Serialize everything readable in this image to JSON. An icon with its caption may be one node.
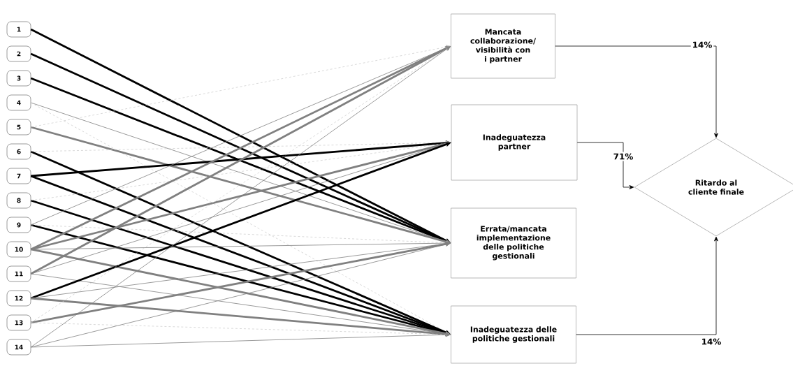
{
  "diagram": {
    "nodes": [
      {
        "text": [
          "1"
        ]
      },
      {
        "text": [
          "2"
        ]
      },
      {
        "text": [
          "3"
        ]
      },
      {
        "text": [
          "4"
        ]
      },
      {
        "text": [
          "5"
        ]
      },
      {
        "text": [
          "6"
        ]
      },
      {
        "text": [
          "7"
        ]
      },
      {
        "text": [
          "8"
        ]
      },
      {
        "text": [
          "9"
        ]
      },
      {
        "text": [
          "10"
        ]
      },
      {
        "text": [
          "11"
        ]
      },
      {
        "text": [
          "12"
        ]
      },
      {
        "text": [
          "13"
        ]
      },
      {
        "text": [
          "14"
        ]
      },
      {
        "text": [
          "Mancata collaborazione/ visibilità con i partner"
        ]
      },
      {
        "text": [
          "Inadeguatezza partner"
        ]
      },
      {
        "text": [
          "Errata/mancata implementazione delle politiche gestionali"
        ]
      },
      {
        "text": [
          "Inadeguatezza delle politiche gestionali"
        ]
      },
      {
        "text": [
          "Ritardo al cliente finale"
        ]
      }
    ],
    "edges": [
      {
        "from": 0,
        "to": 16,
        "arrow": "to",
        "style": "thick",
        "color": "#000000"
      },
      {
        "from": 1,
        "to": 16,
        "arrow": "to",
        "style": "thick",
        "color": "#000000"
      },
      {
        "from": 2,
        "to": 16,
        "arrow": "to",
        "style": "thick",
        "color": "#000000"
      },
      {
        "from": 3,
        "to": 16,
        "arrow": "to",
        "color": "#808080"
      },
      {
        "from": 3,
        "to": 17,
        "arrow": "to",
        "style": "dashed",
        "color": "#c8c8c8"
      },
      {
        "from": 4,
        "to": 16,
        "arrow": "to",
        "style": "thick",
        "color": "#808080"
      },
      {
        "from": 4,
        "to": 14,
        "arrow": "to",
        "style": "dashed",
        "color": "#c8c8c8"
      },
      {
        "from": 5,
        "to": 17,
        "arrow": "to",
        "style": "thick",
        "color": "#000000"
      },
      {
        "from": 5,
        "to": 15,
        "arrow": "to",
        "style": "dashed",
        "color": "#c8c8c8"
      },
      {
        "from": 6,
        "to": 15,
        "arrow": "to",
        "style": "thick",
        "color": "#000000"
      },
      {
        "from": 6,
        "to": 17,
        "arrow": "to",
        "style": "thick",
        "color": "#000000"
      },
      {
        "from": 7,
        "to": 17,
        "arrow": "to",
        "style": "thick",
        "color": "#000000"
      },
      {
        "from": 7,
        "to": 15,
        "arrow": "to",
        "style": "dashed",
        "color": "#c8c8c8"
      },
      {
        "from": 8,
        "to": 17,
        "arrow": "to",
        "style": "thick",
        "color": "#000000"
      },
      {
        "from": 8,
        "to": 14,
        "arrow": "to",
        "color": "#808080"
      },
      {
        "from": 8,
        "to": 16,
        "arrow": "to",
        "style": "dashed",
        "color": "#c8c8c8"
      },
      {
        "from": 9,
        "to": 14,
        "arrow": "to",
        "style": "thick",
        "color": "#808080"
      },
      {
        "from": 9,
        "to": 15,
        "arrow": "to",
        "style": "thick",
        "color": "#808080"
      },
      {
        "from": 9,
        "to": 17,
        "arrow": "to",
        "style": "thick",
        "color": "#808080"
      },
      {
        "from": 9,
        "to": 16,
        "arrow": "to",
        "color": "#808080"
      },
      {
        "from": 10,
        "to": 14,
        "arrow": "to",
        "style": "thick",
        "color": "#808080"
      },
      {
        "from": 10,
        "to": 15,
        "arrow": "to",
        "color": "#808080"
      },
      {
        "from": 10,
        "to": 17,
        "arrow": "to",
        "color": "#808080"
      },
      {
        "from": 11,
        "to": 15,
        "arrow": "to",
        "style": "thick",
        "color": "#000000"
      },
      {
        "from": 11,
        "to": 17,
        "arrow": "to",
        "style": "thick",
        "color": "#808080"
      },
      {
        "from": 11,
        "to": 16,
        "arrow": "to",
        "color": "#808080"
      },
      {
        "from": 12,
        "to": 16,
        "arrow": "to",
        "style": "thick",
        "color": "#808080"
      },
      {
        "from": 12,
        "to": 14,
        "arrow": "to",
        "style": "dashed",
        "color": "#c8c8c8"
      },
      {
        "from": 12,
        "to": 17,
        "arrow": "to",
        "style": "dashed",
        "color": "#c8c8c8"
      },
      {
        "from": 13,
        "to": 14,
        "arrow": "to",
        "color": "#808080"
      },
      {
        "from": 13,
        "to": 16,
        "arrow": "to",
        "color": "#808080"
      },
      {
        "from": 13,
        "to": 17,
        "arrow": "to",
        "color": "#808080"
      },
      {
        "from": 14,
        "to": 18,
        "arrow": "to",
        "label": "14%",
        "color": "#000000"
      },
      {
        "from": 15,
        "to": 18,
        "arrow": "to",
        "label": "71%",
        "color": "#000000"
      },
      {
        "from": 17,
        "to": 18,
        "arrow": "to",
        "label": "14%",
        "color": "#000000"
      }
    ]
  }
}
